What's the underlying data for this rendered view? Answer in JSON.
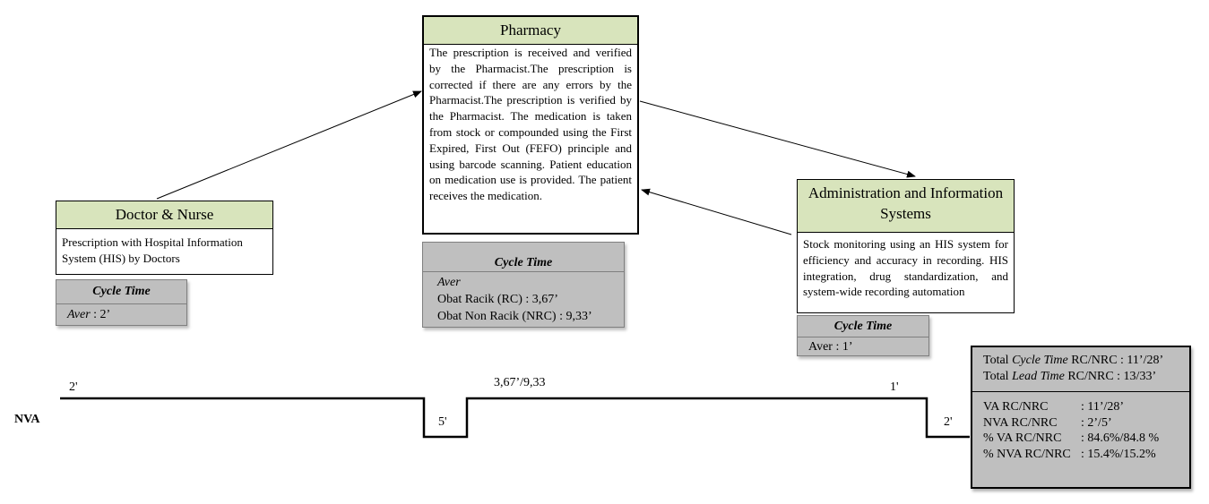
{
  "pharmacy": {
    "title": "Pharmacy",
    "body": "The prescription is received and verified by the Pharmacist.The prescription is corrected if there are any errors by the Pharmacist.The prescription is verified by the Pharmacist. The medication is taken from stock or compounded using the First Expired, First Out (FEFO) principle and using barcode scanning. Patient education on medication use is provided. The patient receives the medication."
  },
  "doctor": {
    "title": "Doctor & Nurse",
    "body": "Prescription with Hospital Information System (HIS) by Doctors"
  },
  "admin": {
    "title": "Administration and Information Systems",
    "body": "Stock monitoring using an HIS system for efficiency and accuracy in recording. HIS integration, drug standardization, and system-wide recording automation"
  },
  "cycle_time": {
    "heading": "Cycle Time",
    "doctor_aver_label": "Aver",
    "doctor_aver_value": " : 2’",
    "pharmacy_aver": "Aver",
    "pharmacy_rc": "Obat Racik (RC) : 3,67’",
    "pharmacy_nrc": "Obat Non Racik (NRC) : 9,33’",
    "admin_aver": "Aver : 1’"
  },
  "timeline": {
    "nva_label": "NVA",
    "seg_doctor": "2'",
    "wait_1": "5'",
    "seg_pharmacy": "3,67’/9,33",
    "seg_admin": "1'",
    "wait_2": "2'"
  },
  "summary": {
    "total_ct_pre": "Total ",
    "total_ct_it": "Cycle Time",
    "total_ct_post": " RC/NRC : 11’/28’",
    "total_lt_pre": "Total ",
    "total_lt_it": "Lead Time",
    "total_lt_post": " RC/NRC : 13/33’",
    "rows": [
      {
        "key": "VA RC/NRC",
        "value": ": 11’/28’"
      },
      {
        "key": "NVA RC/NRC",
        "value": ": 2’/5’"
      },
      {
        "key": "% VA RC/NRC",
        "value": ": 84.6%/84.8 %"
      },
      {
        "key": "% NVA RC/NRC",
        "value": ": 15.4%/15.2%"
      }
    ]
  }
}
